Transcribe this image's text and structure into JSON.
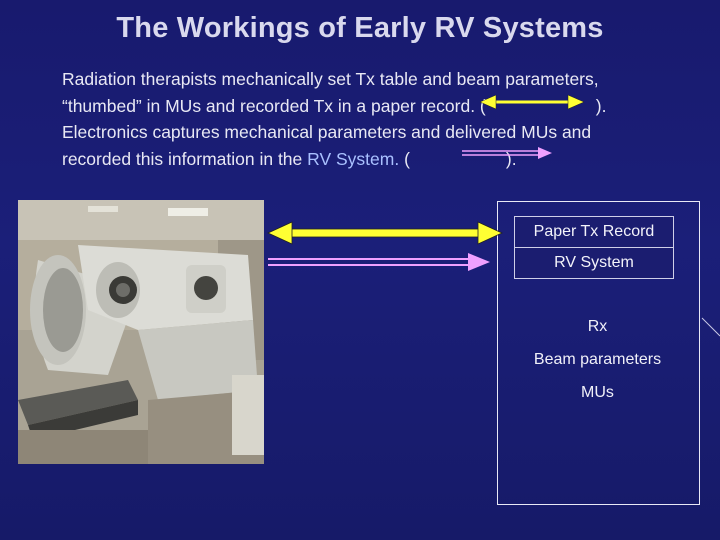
{
  "slide": {
    "title": "The Workings of Early RV Systems",
    "body_line1": "Radiation therapists mechanically set Tx table and beam parameters,",
    "body_line2_pre": "“thumbed” in MUs and recorded Tx in a paper record. (",
    "body_line2_post": ").",
    "body_line3": "Electronics captures mechanical parameters and delivered MUs and",
    "body_line4_pre": "recorded this information in the ",
    "body_line4_rv": "RV System.",
    "body_line4_mid": " (",
    "body_line4_post": ")."
  },
  "legend": {
    "paper_record": "Paper Tx Record",
    "rv_system": "RV System"
  },
  "box_items": [
    "Rx",
    "Beam parameters",
    "MUs"
  ],
  "colors": {
    "background": "#191870",
    "paper_arrow": "#ffff33",
    "rv_arrow": "#f0a0ff"
  },
  "photo": {
    "subject": "linear-accelerator-treatment-room"
  }
}
